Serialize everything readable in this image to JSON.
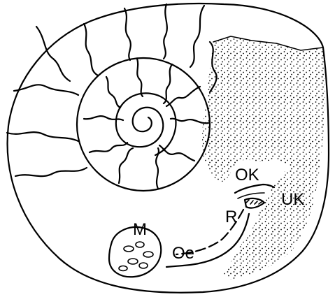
{
  "labels": {
    "oberkiefer": "OK",
    "unterkiefer": "UK",
    "radula": "R",
    "oesophagus": "Oe",
    "magen": "M"
  }
}
